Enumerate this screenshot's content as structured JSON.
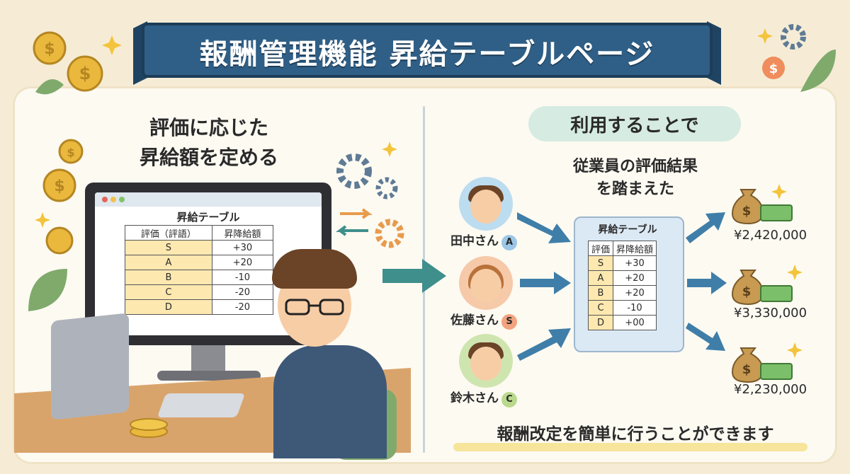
{
  "title": "報酬管理機能 昇給テーブルページ",
  "left": {
    "heading_line1": "評価に応じた",
    "heading_line2": "昇給額を定める",
    "table": {
      "title": "昇給テーブル",
      "headers": [
        "評価（評語）",
        "昇降給額"
      ],
      "rows": [
        {
          "grade": "S",
          "amount": "+30"
        },
        {
          "grade": "A",
          "amount": "+20"
        },
        {
          "grade": "B",
          "amount": "-10"
        },
        {
          "grade": "C",
          "amount": "-20"
        },
        {
          "grade": "D",
          "amount": "-20"
        }
      ]
    }
  },
  "right": {
    "badge": "利用することで",
    "sub_line1": "従業員の評価結果",
    "sub_line2": "を踏まえた",
    "employees": [
      {
        "name": "田中さん",
        "grade": "A",
        "amount": "¥2,420,000"
      },
      {
        "name": "佐藤さん",
        "grade": "S",
        "amount": "¥3,330,000"
      },
      {
        "name": "鈴木さん",
        "grade": "C",
        "amount": "¥2,230,000"
      }
    ],
    "table": {
      "title": "昇給テーブル",
      "headers": [
        "評価",
        "昇降給額"
      ],
      "rows": [
        {
          "grade": "S",
          "amount": "+30"
        },
        {
          "grade": "A",
          "amount": "+20"
        },
        {
          "grade": "B",
          "amount": "+20"
        },
        {
          "grade": "C",
          "amount": "-10"
        },
        {
          "grade": "D",
          "amount": "+00"
        }
      ]
    },
    "footer": "報酬改定を簡単に行うことができます"
  },
  "colors": {
    "banner": "#2f5f86",
    "accent_teal": "#3f8f8c",
    "arrow_blue": "#3f7ea8",
    "grade_A": "#9cc7e6",
    "grade_S": "#f2a37f",
    "grade_C": "#b9d98c"
  },
  "icons": [
    "coin-icon",
    "sparkle-icon",
    "gear-icon",
    "leaf-icon",
    "money-bag-icon",
    "cash-icon",
    "arrow-icon"
  ]
}
